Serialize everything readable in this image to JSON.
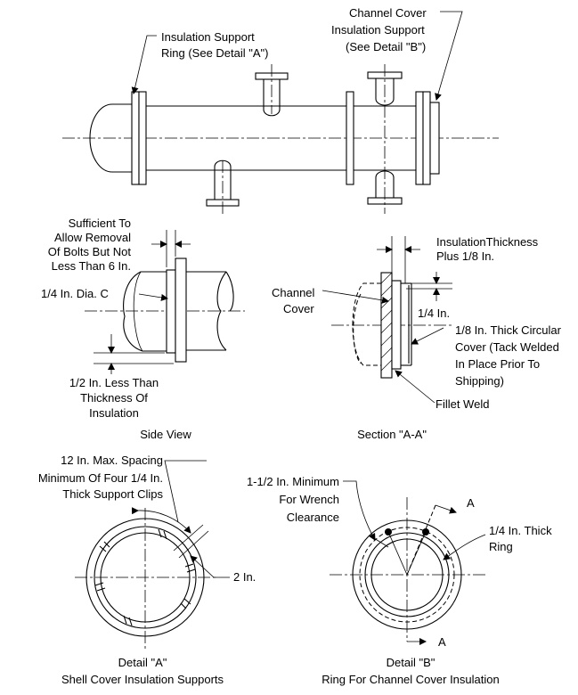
{
  "top_view": {
    "label_a_line1": "Insulation Support",
    "label_a_line2": "Ring (See Detail \"A\")",
    "label_b_line1": "Channel Cover",
    "label_b_line2": "Insulation Support",
    "label_b_line3": "(See Detail \"B\")"
  },
  "side_view": {
    "note_line1": "Sufficient To",
    "note_line2": "Allow Removal",
    "note_line3": "Of Bolts But Not",
    "note_line4": "Less Than 6 In.",
    "dia_label": "1/4 In. Dia. C",
    "less_line1": "1/2 In. Less Than",
    "less_line2": "Thickness Of",
    "less_line3": "Insulation",
    "caption": "Side View"
  },
  "section": {
    "ins_line1": "InsulationThickness",
    "ins_line2": "Plus 1/8 In.",
    "channel_line1": "Channel",
    "channel_line2": "Cover",
    "quarter": "1/4 In.",
    "cover_line1": "1/8 In. Thick Circular",
    "cover_line2": "Cover (Tack Welded",
    "cover_line3": "In Place Prior  To",
    "cover_line4": "Shipping)",
    "fillet": "Fillet Weld",
    "caption": "Section \"A-A\""
  },
  "detail_a": {
    "spacing_line1": "12 In. Max. Spacing",
    "spacing_line2": "Minimum Of Four 1/4 In.",
    "spacing_line3": "Thick Support Clips",
    "two_in": "2 In.",
    "caption_line1": "Detail \"A\"",
    "caption_line2": "Shell Cover Insulation Supports"
  },
  "detail_b": {
    "min_line1": "1-1/2 In. Minimum",
    "min_line2": "For Wrench",
    "min_line3": "Clearance",
    "ring_line1": "1/4 In. Thick",
    "ring_line2": "Ring",
    "arrow_top": "A",
    "arrow_bottom": "A",
    "caption_line1": "Detail \"B\"",
    "caption_line2": "Ring For Channel Cover Insulation"
  }
}
